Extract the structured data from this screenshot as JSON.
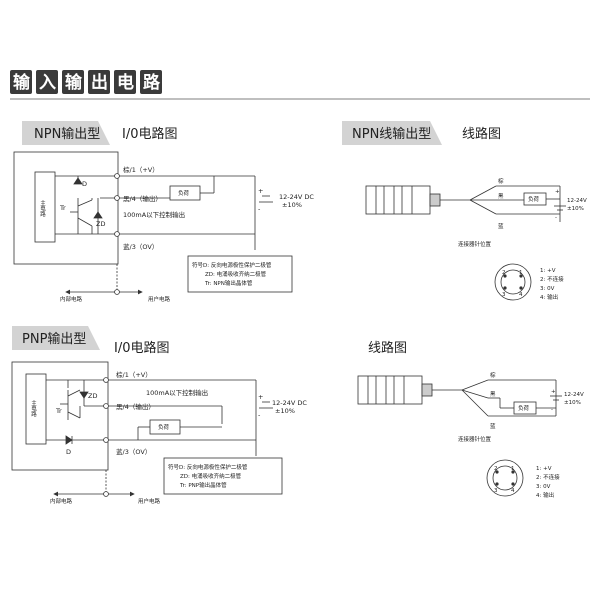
{
  "page": {
    "title": "输入输出电路"
  },
  "npn": {
    "header_left": "NPN输出型",
    "header_mid": "I/0电路图",
    "header_right": "NPN线输出型",
    "header_right2": "线路图",
    "main_circuit": "主电路",
    "tr": "Tr",
    "d": "D",
    "zd": "ZD",
    "brown": "棕/1（+V）",
    "black": "黑/4（输出）",
    "blue": "蓝/3（OV）",
    "load": "负荷",
    "current": "100mA以下控制输出",
    "supply": "12-24V DC",
    "tolerance": "±10%",
    "plus": "+",
    "minus": "-",
    "legend": [
      "符号D: 反向电源极性保护二极管",
      "ZD: 电涌吸收齐纳二极管",
      "Tr: NPN输出晶体管"
    ],
    "internal": "内部电路",
    "user": "用户电路",
    "wiring": {
      "brown": "棕",
      "black": "黑",
      "blue": "蓝",
      "load": "负荷",
      "supply": "12-24V",
      "tolerance": "±10%",
      "plus": "+",
      "minus": "-",
      "connector_title": "连接器针位置",
      "pins": [
        "1: +V",
        "2: 不连接",
        "3: 0V",
        "4: 输出"
      ],
      "pin_nums": [
        "1",
        "2",
        "3",
        "4"
      ]
    }
  },
  "pnp": {
    "header_left": "PNP输出型",
    "header_mid": "I/0电路图",
    "header_right": "线路图",
    "main_circuit": "主电路",
    "tr": "Tr",
    "d": "D",
    "zd": "ZD",
    "brown": "棕/1（+V）",
    "black": "黑/4（输出）",
    "blue": "蓝/3（OV）",
    "load": "负荷",
    "current": "100mA以下控制输出",
    "supply": "12-24V DC",
    "tolerance": "±10%",
    "plus": "+",
    "minus": "-",
    "legend": [
      "符号D: 反向电源极性保护二极管",
      "ZD: 电涌吸收齐纳二极管",
      "Tr: PNP输出晶体管"
    ],
    "internal": "内部电路",
    "user": "用户电路",
    "wiring": {
      "brown": "棕",
      "black": "黑",
      "blue": "蓝",
      "load": "负荷",
      "supply": "12-24V",
      "tolerance": "±10%",
      "plus": "+",
      "minus": "-",
      "connector_title": "连接器针位置",
      "pins": [
        "1: +V",
        "2: 不连接",
        "3: 0V",
        "4: 输出"
      ],
      "pin_nums": [
        "1",
        "2",
        "3",
        "4"
      ]
    }
  },
  "colors": {
    "line": "#333333",
    "header_tab": "#cfcfcf",
    "title_box": "#3a3a3a"
  }
}
